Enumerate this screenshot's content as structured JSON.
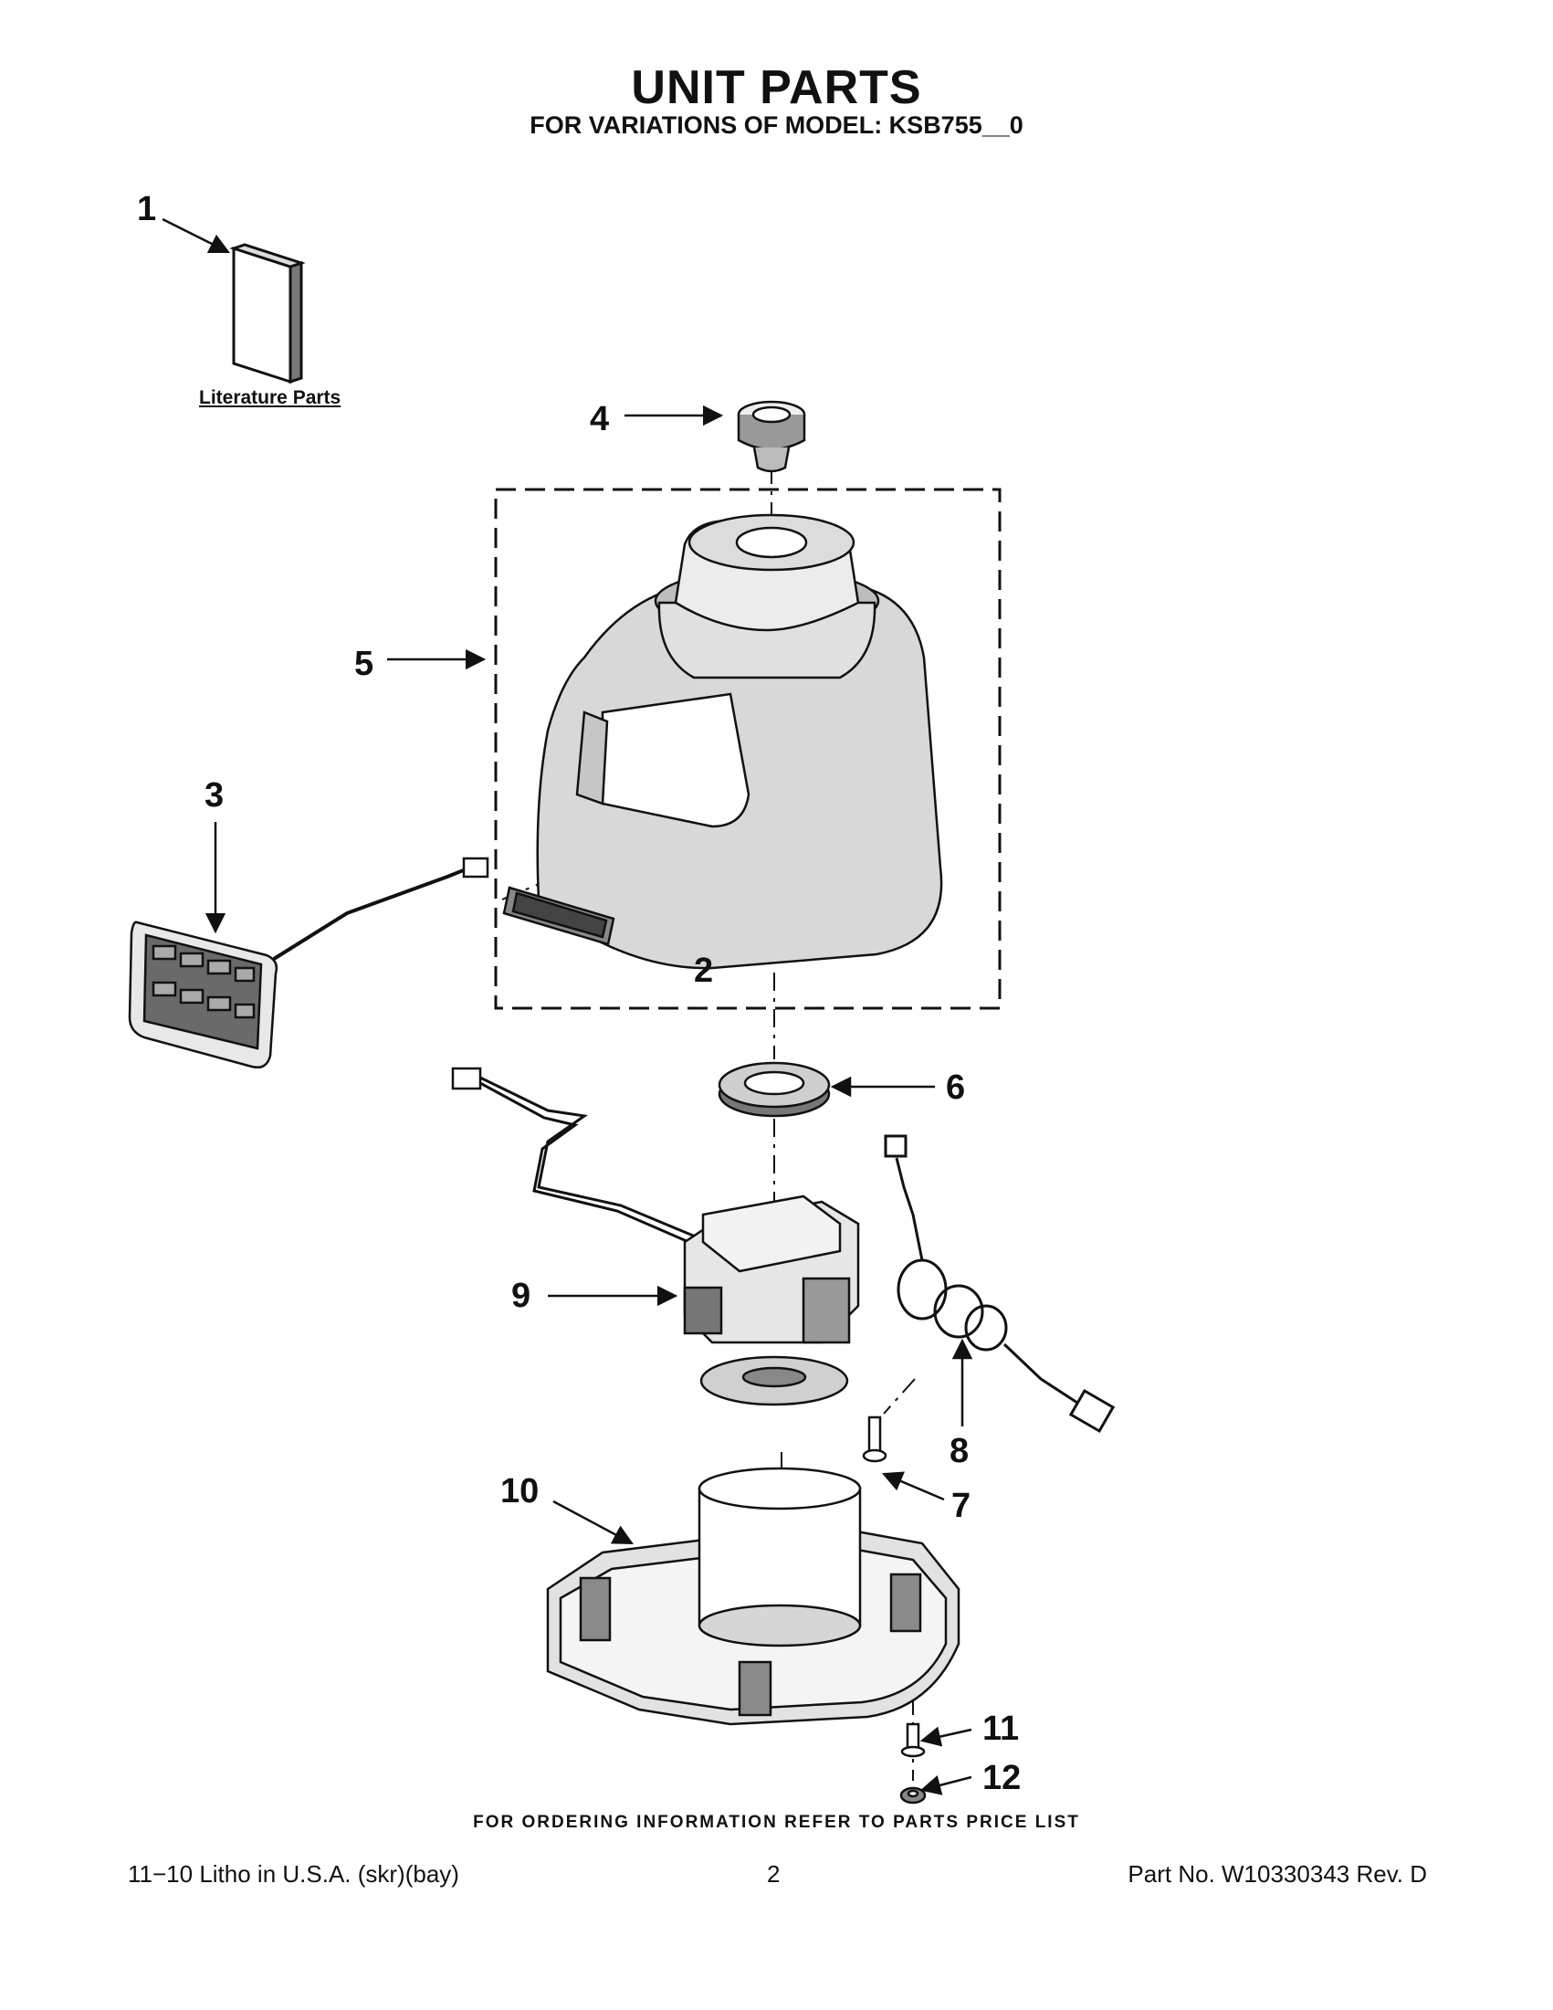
{
  "header": {
    "title": "UNIT PARTS",
    "subtitle": "FOR VARIATIONS OF MODEL: KSB755__0"
  },
  "literature_label": "Literature Parts",
  "callouts": [
    "1",
    "2",
    "3",
    "4",
    "5",
    "6",
    "7",
    "8",
    "9",
    "10",
    "11",
    "12"
  ],
  "footer": {
    "ordering_note": "FOR ORDERING INFORMATION REFER TO PARTS PRICE LIST",
    "left": "11−10 Litho in U.S.A. (skr)(bay)",
    "page": "2",
    "part_no": "Part No. W10330343 Rev. D"
  }
}
